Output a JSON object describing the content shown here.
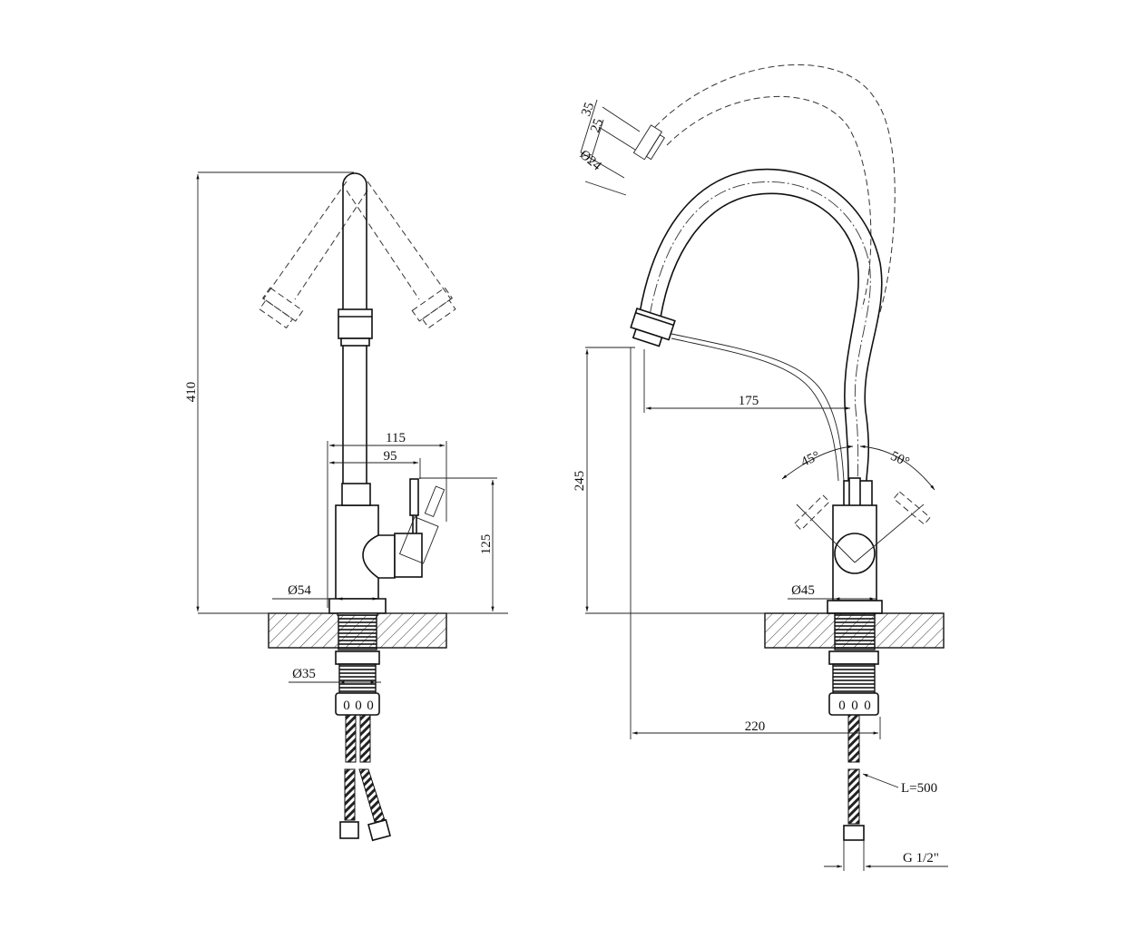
{
  "left_view": {
    "height_total": "410",
    "reach_outer": "115",
    "reach_handle": "95",
    "handle_height": "125",
    "base_diameter": "Ø54",
    "shank_diameter": "Ø35",
    "connector_marks": [
      "0",
      "0",
      "0"
    ]
  },
  "right_view": {
    "aerator_length": "35",
    "aerator_inner": "25",
    "aerator_diameter": "Ø24",
    "spout_reach": "175",
    "spout_height": "245",
    "angle_left": "45°",
    "angle_right": "50°",
    "base_diameter": "Ø45",
    "overall_reach": "220",
    "hose_length": "L=500",
    "thread": "G 1/2\"",
    "connector_marks": [
      "0",
      "0",
      "0"
    ]
  }
}
